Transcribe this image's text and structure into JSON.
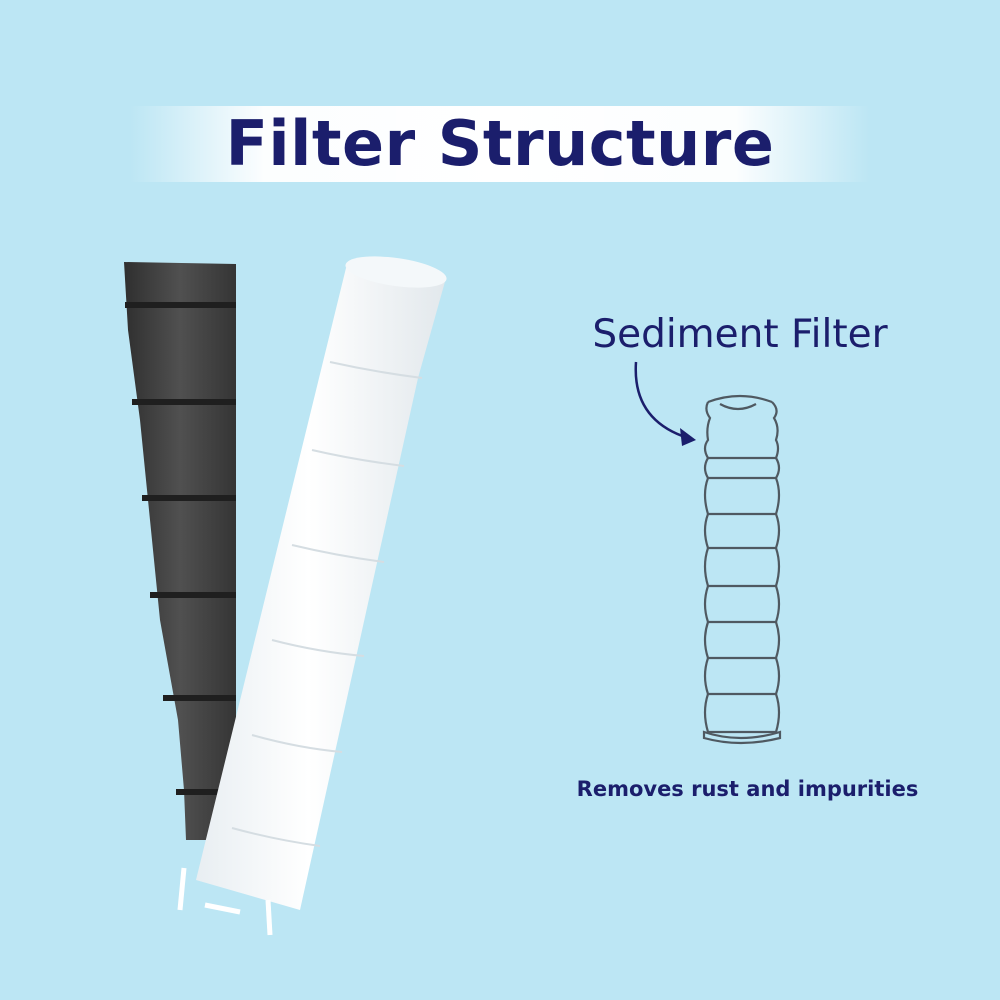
{
  "title": "Filter Structure",
  "diagram": {
    "label": "Sediment Filter",
    "caption": "Removes rust and impurities"
  },
  "colors": {
    "background": "#bce6f4",
    "text": "#1b1e6c",
    "carbon_filter": "#3f3f3f",
    "sediment_filter": "#ffffff"
  },
  "icons": [
    "carbon-filter-photo",
    "sediment-filter-photo",
    "sediment-filter-outline-icon",
    "curved-arrow-icon"
  ]
}
